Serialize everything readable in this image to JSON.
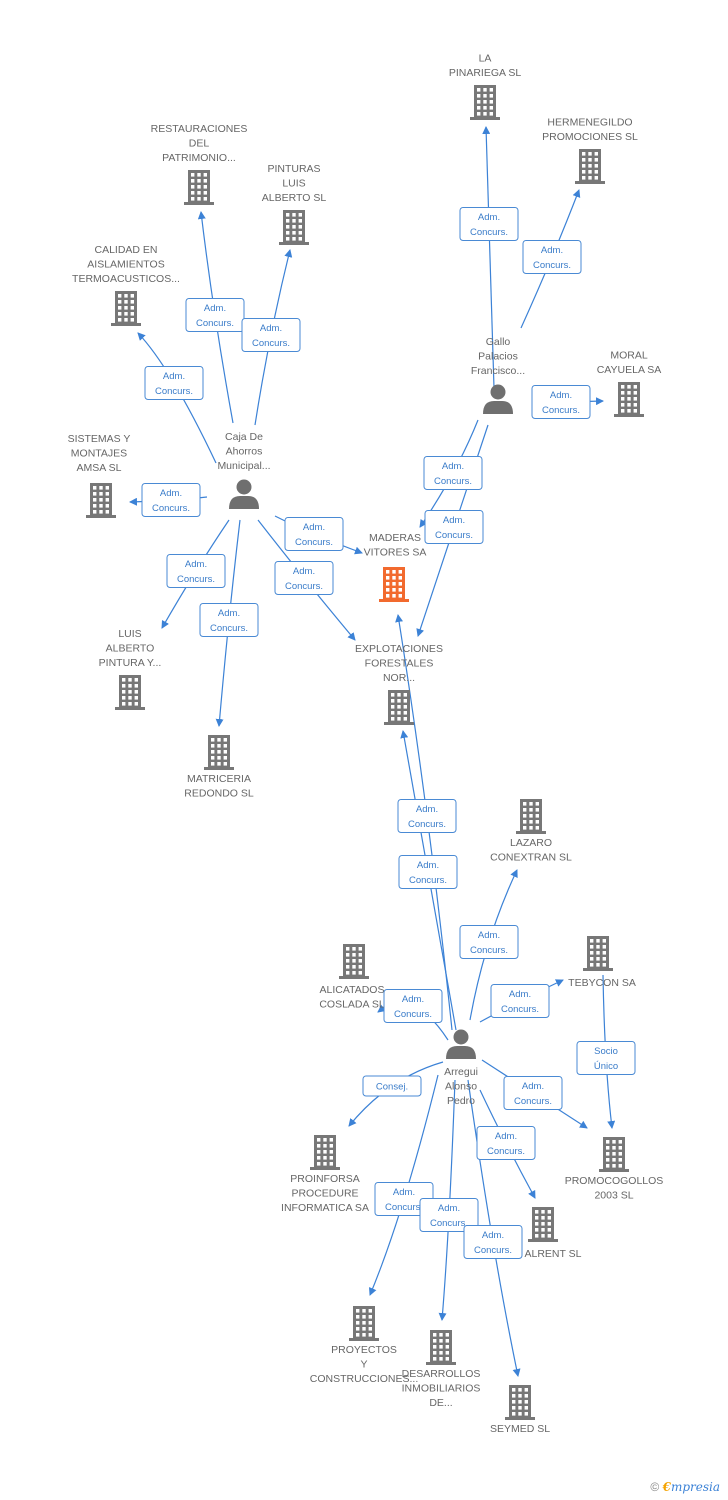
{
  "colors": {
    "edge": "#3c82d6",
    "node": "#777777",
    "highlight": "#f26a2e",
    "person": "#6f6f6f",
    "rel_text": "#3a7cc9"
  },
  "nodes": [
    {
      "id": "la_pinariega",
      "type": "company",
      "lines": [
        "LA",
        "PINARIEGA SL"
      ]
    },
    {
      "id": "hermenegildo",
      "type": "company",
      "lines": [
        "HERMENEGILDO",
        "PROMOCIONES SL"
      ]
    },
    {
      "id": "restauraciones",
      "type": "company",
      "lines": [
        "RESTAURACIONES",
        "DEL",
        "PATRIMONIO..."
      ]
    },
    {
      "id": "pinturas_luis",
      "type": "company",
      "lines": [
        "PINTURAS",
        "LUIS",
        "ALBERTO SL"
      ]
    },
    {
      "id": "calidad",
      "type": "company",
      "lines": [
        "CALIDAD EN",
        "AISLAMIENTOS",
        "TERMOACUSTICOS..."
      ]
    },
    {
      "id": "gallo",
      "type": "person",
      "lines": [
        "Gallo",
        "Palacios",
        "Francisco..."
      ]
    },
    {
      "id": "moral",
      "type": "company",
      "lines": [
        "MORAL",
        "CAYUELA SA"
      ]
    },
    {
      "id": "caja",
      "type": "person",
      "lines": [
        "Caja De",
        "Ahorros",
        "Municipal..."
      ]
    },
    {
      "id": "sistemas",
      "type": "company",
      "lines": [
        "SISTEMAS Y",
        "MONTAJES",
        "AMSA SL"
      ]
    },
    {
      "id": "maderas",
      "type": "company",
      "highlight": true,
      "lines": [
        "MADERAS",
        "VITORES SA"
      ]
    },
    {
      "id": "luis_alberto",
      "type": "company",
      "lines": [
        "LUIS",
        "ALBERTO",
        "PINTURA Y..."
      ]
    },
    {
      "id": "explotaciones",
      "type": "company",
      "lines": [
        "EXPLOTACIONES",
        "FORESTALES",
        "NOR..."
      ]
    },
    {
      "id": "matriceria",
      "type": "company",
      "lines": [
        "MATRICERIA",
        "REDONDO SL"
      ]
    },
    {
      "id": "lazaro",
      "type": "company",
      "lines": [
        "LAZARO",
        "CONEXTRAN SL"
      ]
    },
    {
      "id": "alicatados",
      "type": "company",
      "lines": [
        "ALICATADOS",
        "COSLADA SL"
      ]
    },
    {
      "id": "tebycon",
      "type": "company",
      "lines": [
        "TEBYCON SA"
      ]
    },
    {
      "id": "arregui",
      "type": "person",
      "lines": [
        "Arregui",
        "Alonso",
        "Pedro"
      ]
    },
    {
      "id": "proinforsa",
      "type": "company",
      "lines": [
        "PROINFORSA",
        "PROCEDURE",
        "INFORMATICA SA"
      ]
    },
    {
      "id": "promocogollos",
      "type": "company",
      "lines": [
        "PROMOCOGOLLOS",
        "2003 SL"
      ]
    },
    {
      "id": "alrent",
      "type": "company",
      "lines": [
        "ALRENT SL"
      ]
    },
    {
      "id": "proyectos",
      "type": "company",
      "lines": [
        "PROYECTOS",
        "Y",
        "CONSTRUCCIONES..."
      ]
    },
    {
      "id": "desarrollos",
      "type": "company",
      "lines": [
        "DESARROLLOS",
        "INMOBILIARIOS",
        "DE..."
      ]
    },
    {
      "id": "seymed",
      "type": "company",
      "lines": [
        "SEYMED SL"
      ]
    }
  ],
  "relations": [
    {
      "from": "gallo",
      "to": "la_pinariega",
      "lines": [
        "Adm.",
        "Concurs."
      ]
    },
    {
      "from": "gallo",
      "to": "hermenegildo",
      "lines": [
        "Adm.",
        "Concurs."
      ]
    },
    {
      "from": "gallo",
      "to": "moral",
      "lines": [
        "Adm.",
        "Concurs."
      ]
    },
    {
      "from": "gallo",
      "to": "maderas",
      "lines": [
        "Adm.",
        "Concurs."
      ]
    },
    {
      "from": "gallo",
      "to": "explotaciones",
      "lines": [
        "Adm.",
        "Concurs."
      ]
    },
    {
      "from": "caja",
      "to": "restauraciones",
      "lines": [
        "Adm.",
        "Concurs."
      ]
    },
    {
      "from": "caja",
      "to": "pinturas_luis",
      "lines": [
        "Adm.",
        "Concurs."
      ]
    },
    {
      "from": "caja",
      "to": "calidad",
      "lines": [
        "Adm.",
        "Concurs."
      ]
    },
    {
      "from": "caja",
      "to": "sistemas",
      "lines": [
        "Adm.",
        "Concurs."
      ]
    },
    {
      "from": "caja",
      "to": "maderas",
      "lines": [
        "Adm.",
        "Concurs."
      ]
    },
    {
      "from": "caja",
      "to": "explotaciones",
      "lines": [
        "Adm.",
        "Concurs."
      ]
    },
    {
      "from": "caja",
      "to": "luis_alberto",
      "lines": [
        "Adm.",
        "Concurs."
      ]
    },
    {
      "from": "caja",
      "to": "matriceria",
      "lines": [
        "Adm.",
        "Concurs."
      ]
    },
    {
      "from": "arregui",
      "to": "maderas",
      "lines": [
        "Adm.",
        "Concurs."
      ]
    },
    {
      "from": "arregui",
      "to": "explotaciones",
      "lines": [
        "Adm.",
        "Concurs."
      ]
    },
    {
      "from": "arregui",
      "to": "lazaro",
      "lines": [
        "Adm.",
        "Concurs."
      ]
    },
    {
      "from": "arregui",
      "to": "alicatados",
      "lines": [
        "Adm.",
        "Concurs."
      ]
    },
    {
      "from": "arregui",
      "to": "tebycon",
      "lines": [
        "Adm.",
        "Concurs."
      ]
    },
    {
      "from": "tebycon",
      "to": "promocogollos",
      "lines": [
        "Socio",
        "Único"
      ]
    },
    {
      "from": "arregui",
      "to": "proinforsa",
      "lines": [
        "Consej."
      ]
    },
    {
      "from": "arregui",
      "to": "promocogollos",
      "lines": [
        "Adm.",
        "Concurs."
      ]
    },
    {
      "from": "arregui",
      "to": "alrent",
      "lines": [
        "Adm.",
        "Concurs."
      ]
    },
    {
      "from": "arregui",
      "to": "proyectos",
      "lines": [
        "Adm.",
        "Concurs."
      ]
    },
    {
      "from": "arregui",
      "to": "desarrollos",
      "lines": [
        "Adm.",
        "Concurs."
      ]
    },
    {
      "from": "arregui",
      "to": "seymed",
      "lines": [
        "Adm.",
        "Concurs."
      ]
    }
  ],
  "footer": {
    "copyright": "©",
    "brand_initial": "€",
    "brand_rest": "mpresia"
  }
}
